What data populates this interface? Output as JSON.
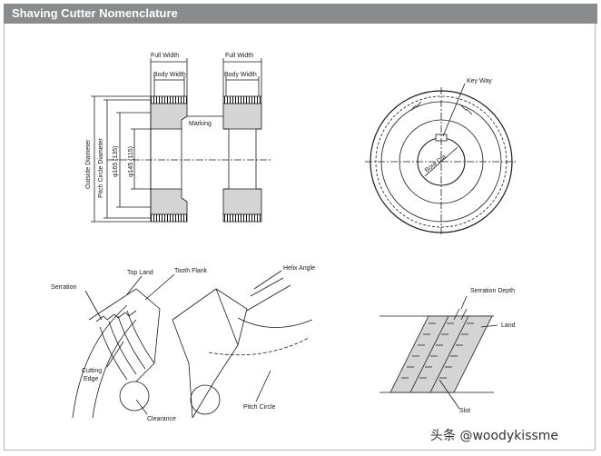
{
  "header": {
    "title": "Shaving Cutter Nomenclature"
  },
  "side_view": {
    "full_width": "Full Width",
    "body_width": "Body Width",
    "marking": "Marking",
    "outside_diameter": "Outside Diameter",
    "pitch_circle_diameter": "Pitch Circle Diameter",
    "dia_165": "φ165 (135)",
    "dia_145": "φ145 (115)"
  },
  "front_view": {
    "key_way": "Key Way",
    "bore_dia": "Bore Dia."
  },
  "tooth_detail": {
    "serration": "Serration",
    "top_land": "Top Land",
    "tooth_flank": "Tooth Flank",
    "helix_angle": "Helix Angle",
    "cutting_edge_1": "Cutting",
    "cutting_edge_2": "Edge",
    "clearance": "Clearance",
    "pitch_circle": "Pitch Circle"
  },
  "serration_detail": {
    "serration_depth": "Serration Depth",
    "land": "Land",
    "slot": "Slot"
  },
  "watermark": "头条 @woodykissme",
  "colors": {
    "header_bg": "#8a8b8d",
    "shade": "#d4d4d4",
    "line": "#1a1a1a"
  }
}
